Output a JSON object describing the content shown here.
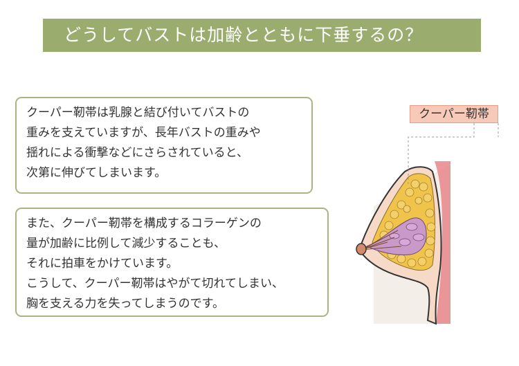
{
  "header": {
    "title": "どうしてバストは加齢とともに下垂するの？"
  },
  "box1": {
    "lines": [
      "クーパー靭帯は乳腺と結び付いてバストの",
      "重みを支えていますが、長年バストの重みや",
      "揺れによる衝撃などにさらされていると、",
      "次第に伸びてしまいます。"
    ]
  },
  "box2": {
    "lines": [
      "また、クーパー靭帯を構成するコラーゲンの",
      "量が加齢に比例して減少することも、",
      "それに拍車をかけています。",
      "こうして、クーパー靭帯はやがて切れてしまい、",
      "胸を支える力を失ってしまうのです。"
    ]
  },
  "diagram": {
    "label": "クーパー靭帯"
  },
  "colors": {
    "header_bg": "#9aad6e",
    "box_border": "#a8b582",
    "label_bg": "#f7c9b8",
    "skin": "#f3ece6",
    "fat": "#f0c34a",
    "gland": "#c999c9",
    "muscle": "#e8858a"
  }
}
